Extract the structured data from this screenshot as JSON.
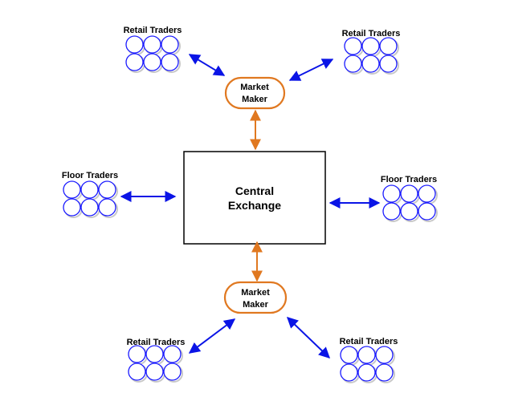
{
  "exchange": {
    "line1": "Central",
    "line2": "Exchange"
  },
  "market_makers": [
    {
      "line1": "Market",
      "line2": "Maker"
    },
    {
      "line1": "Market",
      "line2": "Maker"
    }
  ],
  "trader_groups": [
    {
      "label": "Retail Traders"
    },
    {
      "label": "Retail Traders"
    },
    {
      "label": "Floor Traders"
    },
    {
      "label": "Floor Traders"
    },
    {
      "label": "Retail Traders"
    },
    {
      "label": "Retail Traders"
    }
  ],
  "colors": {
    "trader_arrow": "#0a14e6",
    "maker_arrow": "#e07820",
    "trader_circle": "#1a1aff",
    "maker_border": "#e07820"
  }
}
